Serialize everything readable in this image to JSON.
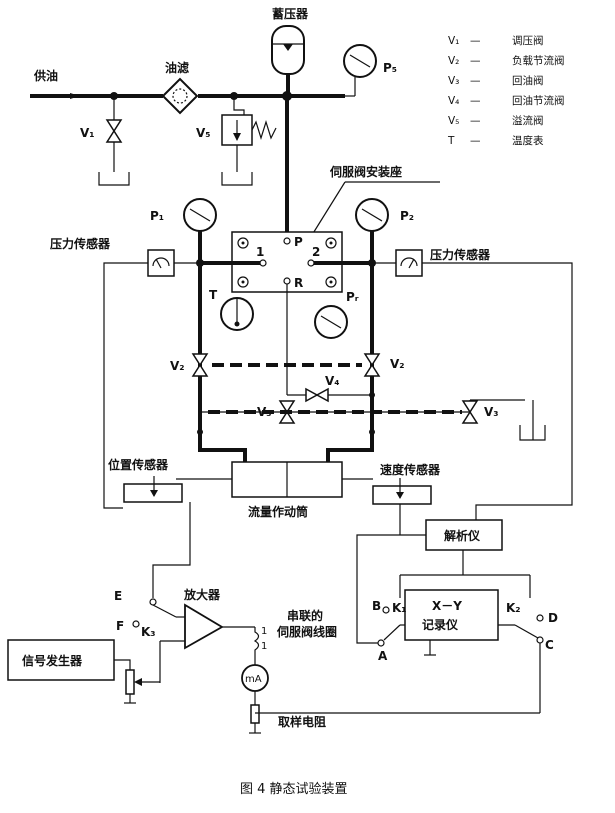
{
  "labels": {
    "accumulator": "蓄压器",
    "oil_supply": "供油",
    "oil_filter": "油滤",
    "v1": "V₁",
    "v5": "V₅",
    "p5": "P₅",
    "servo_seat": "伺服阀安装座",
    "p1": "P₁",
    "p2": "P₂",
    "pr": "Pᵣ",
    "t": "T",
    "port_1": "1",
    "port_2": "2",
    "port_p": "P",
    "port_r": "R",
    "pressure_sensor_left": "压力传感器",
    "pressure_sensor_right": "压力传感器",
    "v2_left": "V₂",
    "v2_right": "V₂",
    "v3_left": "V₃",
    "v3_right": "V₃",
    "v4": "V₄",
    "position_sensor": "位置传感器",
    "speed_sensor": "速度传感器",
    "flow_cylinder": "流量作动筒",
    "resolver": "解析仪",
    "amplifier": "放大器",
    "switch_e": "E",
    "switch_f": "F",
    "switch_k3": "K₃",
    "switch_b": "B",
    "switch_k1": "K₁",
    "switch_a": "A",
    "switch_k2": "K₂",
    "switch_d": "D",
    "switch_c": "C",
    "xy_line1": "X－Y",
    "xy_line2": "记录仪",
    "series_coil_1": "串联的",
    "series_coil_2": "伺服阀线圈",
    "ma_meter": "mA",
    "sampling_resistor": "取样电阻",
    "signal_generator": "信号发生器",
    "figure_caption": "图 4   静态试验装置"
  },
  "legend": [
    {
      "symbol": "V₁",
      "dash": "—",
      "text": "调压阀"
    },
    {
      "symbol": "V₂",
      "dash": "—",
      "text": "负载节流阀"
    },
    {
      "symbol": "V₃",
      "dash": "—",
      "text": "回油阀"
    },
    {
      "symbol": "V₄",
      "dash": "—",
      "text": "回油节流阀"
    },
    {
      "symbol": "V₅",
      "dash": "—",
      "text": "溢流阀"
    },
    {
      "symbol": "T",
      "dash": "—",
      "text": "温度表"
    }
  ]
}
